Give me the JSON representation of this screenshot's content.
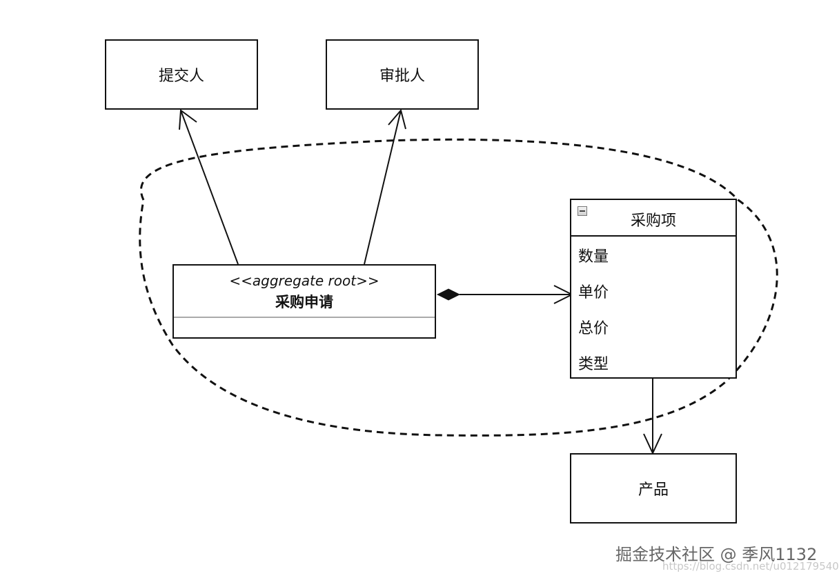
{
  "diagram": {
    "boxes": {
      "submitter": "提交人",
      "approver": "审批人",
      "product": "产品"
    },
    "aggregate_root": {
      "stereotype": "<<aggregate root>>",
      "name": "采购申请"
    },
    "purchase_item": {
      "title": "采购项",
      "attributes": [
        "数量",
        "单价",
        "总价",
        "类型"
      ]
    }
  },
  "watermark": {
    "text": "掘金技术社区 @ 季风1132",
    "url": "https://blog.csdn.net/u012179540"
  }
}
